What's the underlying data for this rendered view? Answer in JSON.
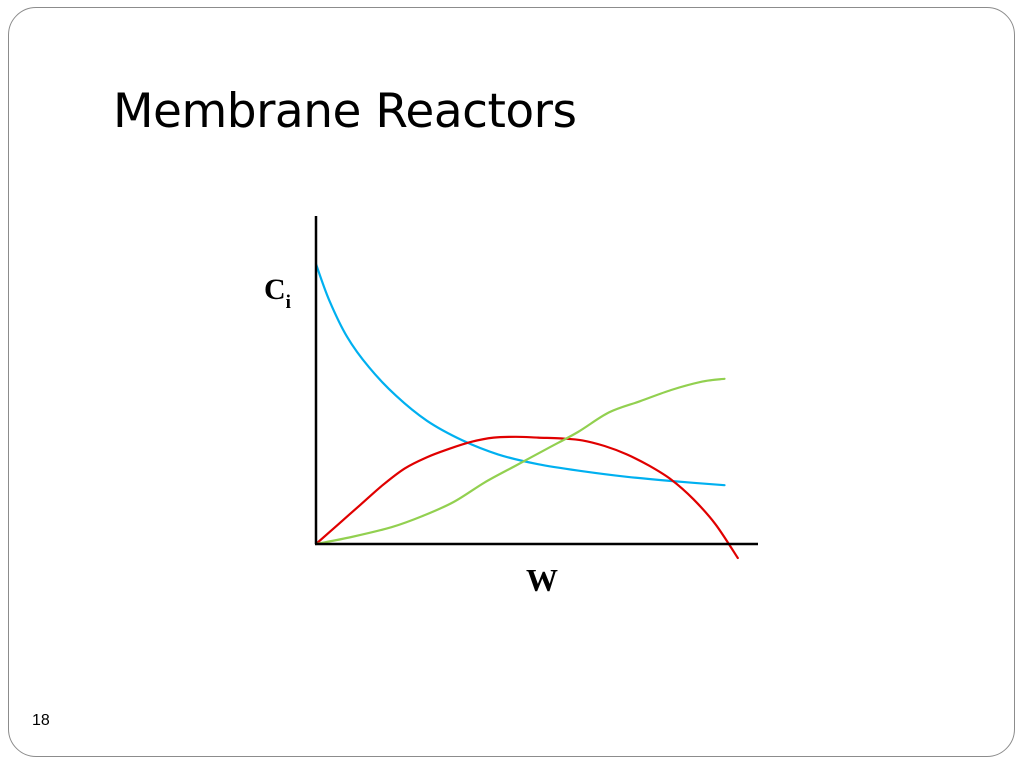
{
  "slide": {
    "title": "Membrane Reactors",
    "page_number": "18"
  },
  "chart_data": {
    "type": "line",
    "xlabel": "W",
    "ylabel_main": "C",
    "ylabel_sub": "i",
    "xlim": [
      0,
      1
    ],
    "ylim": [
      0,
      1
    ],
    "grid": false,
    "series": [
      {
        "color": "#00b0f0",
        "x": [
          0.0,
          0.03,
          0.07,
          0.12,
          0.18,
          0.25,
          0.33,
          0.41,
          0.5,
          0.6,
          0.7,
          0.8,
          0.92
        ],
        "y": [
          1.0,
          0.87,
          0.74,
          0.63,
          0.53,
          0.44,
          0.37,
          0.32,
          0.285,
          0.26,
          0.24,
          0.225,
          0.21
        ]
      },
      {
        "color": "#e00000",
        "x": [
          0.0,
          0.05,
          0.1,
          0.15,
          0.2,
          0.25,
          0.3,
          0.35,
          0.4,
          0.45,
          0.5,
          0.55,
          0.6,
          0.65,
          0.7,
          0.75,
          0.8,
          0.85,
          0.9,
          0.95
        ],
        "y": [
          0.0,
          0.07,
          0.14,
          0.21,
          0.27,
          0.31,
          0.34,
          0.365,
          0.38,
          0.383,
          0.38,
          0.377,
          0.37,
          0.35,
          0.32,
          0.28,
          0.23,
          0.16,
          0.07,
          -0.05
        ]
      },
      {
        "color": "#92d050",
        "x": [
          0.0,
          0.08,
          0.17,
          0.24,
          0.31,
          0.38,
          0.45,
          0.52,
          0.59,
          0.66,
          0.73,
          0.8,
          0.87,
          0.92
        ],
        "y": [
          0.0,
          0.025,
          0.06,
          0.1,
          0.15,
          0.22,
          0.28,
          0.34,
          0.4,
          0.47,
          0.51,
          0.55,
          0.58,
          0.59
        ]
      }
    ]
  }
}
